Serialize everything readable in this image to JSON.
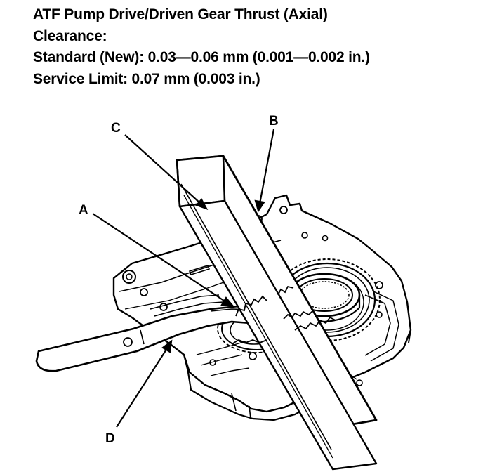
{
  "spec": {
    "line1": "ATF Pump Drive/Driven Gear Thrust (Axial)",
    "line2": "Clearance:",
    "line3": "Standard (New): 0.03—0.06 mm (0.001—0.002 in.)",
    "line4": "Service Limit: 0.07 mm (0.003 in.)"
  },
  "callouts": {
    "a": "A",
    "b": "B",
    "c": "C",
    "d": "D"
  },
  "colors": {
    "ink": "#000000",
    "paper": "#ffffff"
  }
}
